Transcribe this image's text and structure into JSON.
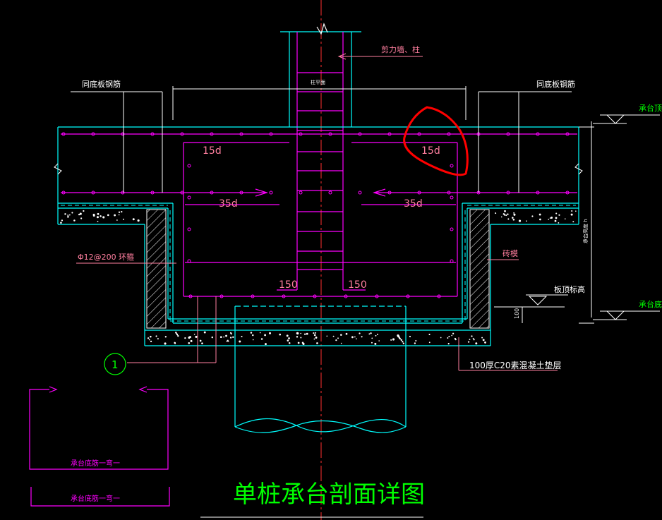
{
  "title": "单桩承台剖面详图",
  "labels": {
    "wall_column": "剪力墙、柱",
    "same_bottom_left": "同底板钢筋",
    "same_bottom_right": "同底板钢筋",
    "top_elev": "承台顶面",
    "bottom_elev": "承台底面",
    "slab_elev": "板顶标高",
    "brick_mold": "砖模",
    "stirrup": "Φ12@200 环箍",
    "cushion": "100厚C20素混凝土垫层",
    "height_dim": "承台高度 h",
    "dim_100": "100",
    "center_mark": "柱平面",
    "d15_left": "15d",
    "d15_right": "15d",
    "d35_left": "35d",
    "d35_right": "35d",
    "d150_left": "150",
    "d150_right": "150",
    "callout": "1",
    "legend_1": "承台底筋一弯一",
    "legend_2": "承台底筋一弯一"
  },
  "colors": {
    "background": "#000000",
    "cyan": "#00ffff",
    "magenta": "#ff00ff",
    "white": "#ffffff",
    "green": "#00ff00",
    "pink": "#ff7f9f",
    "red": "#ff0000",
    "yellow": "#ffff00"
  }
}
